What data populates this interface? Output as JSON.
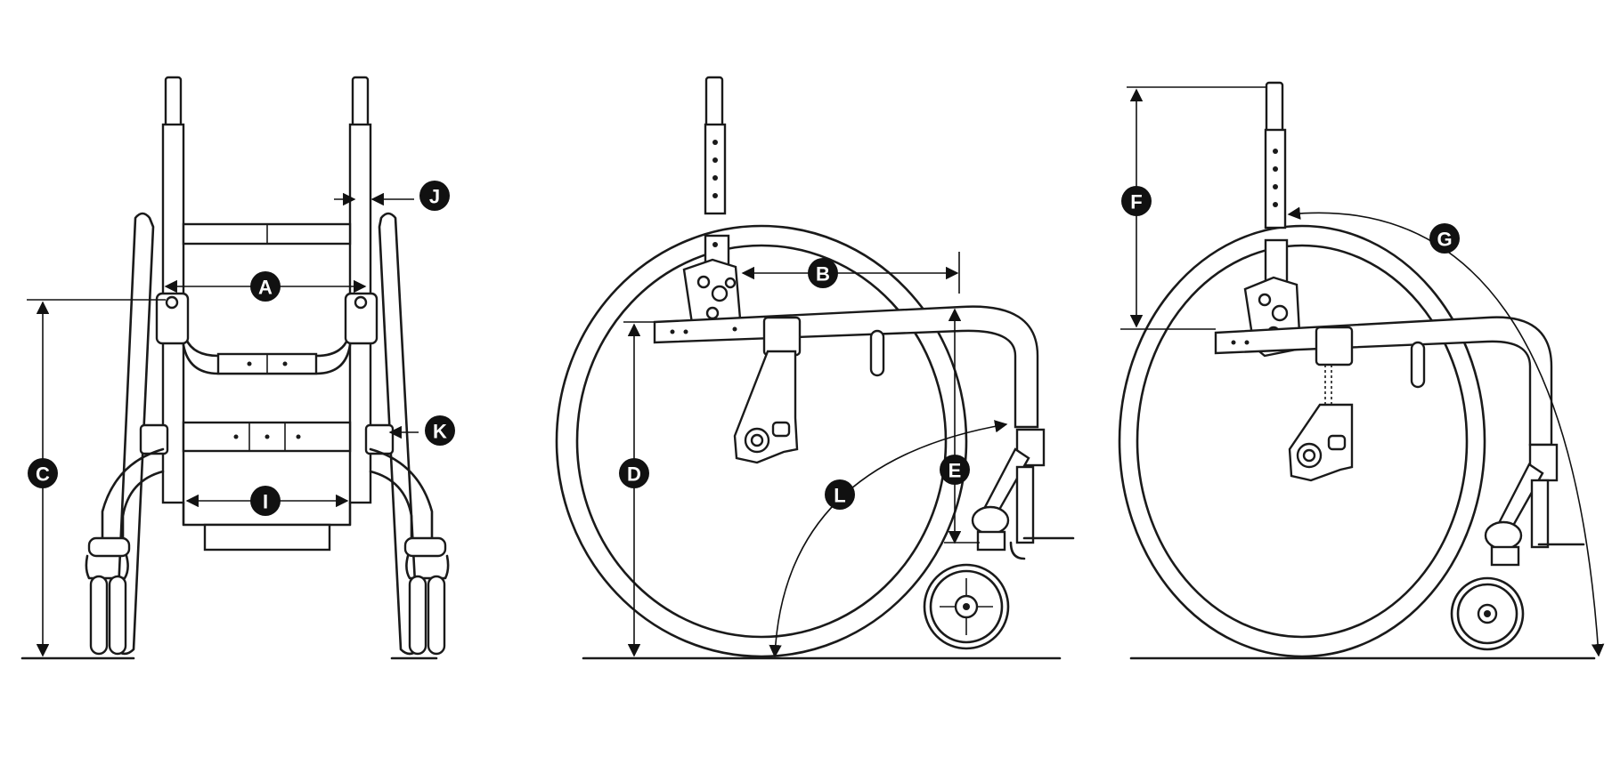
{
  "labels": {
    "A": "A",
    "B": "B",
    "C": "C",
    "D": "D",
    "E": "E",
    "F": "F",
    "G": "G",
    "I": "I",
    "J": "J",
    "K": "K",
    "L": "L"
  },
  "colors": {
    "line": "#1a1a1a",
    "badge": "#111111",
    "background": "#ffffff"
  }
}
